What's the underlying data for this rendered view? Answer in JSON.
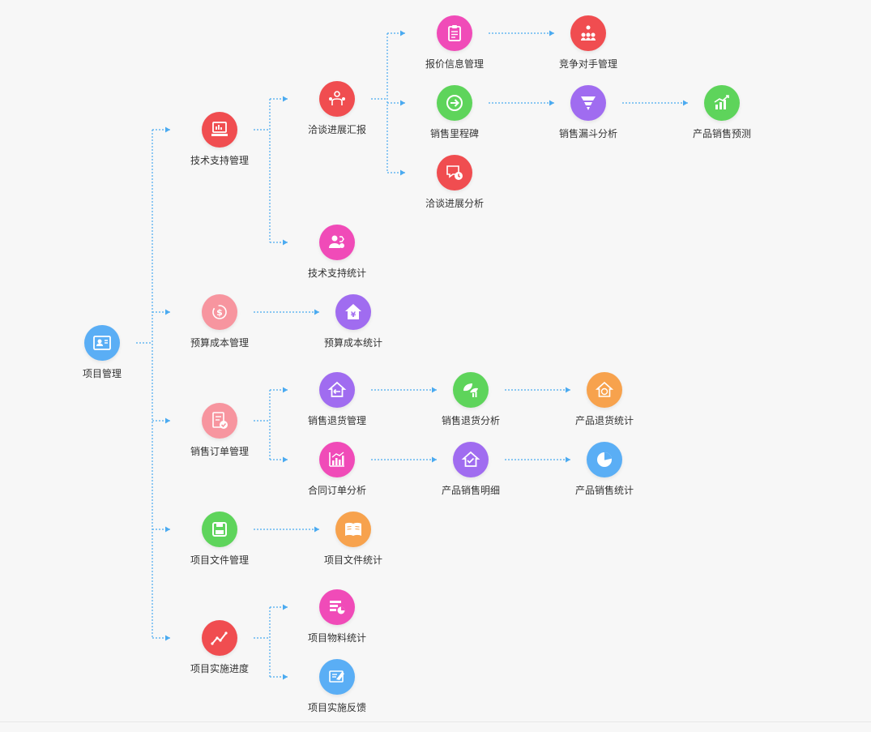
{
  "nodes": [
    {
      "id": "root",
      "label": "项目管理",
      "color": "#5aaef5",
      "icon": "id-card-icon"
    },
    {
      "id": "jszc",
      "label": "技术支持管理",
      "color": "#f04d50",
      "icon": "monitor-icon"
    },
    {
      "id": "ystj",
      "label": "预算成本管理",
      "color": "#f7959f",
      "icon": "dollar-cycle-icon"
    },
    {
      "id": "xsdd",
      "label": "销售订单管理",
      "color": "#f7959f",
      "icon": "order-check-icon"
    },
    {
      "id": "xmwj",
      "label": "项目文件管理",
      "color": "#5ed45b",
      "icon": "floppy-icon"
    },
    {
      "id": "xmss",
      "label": "项目实施进度",
      "color": "#f04d50",
      "icon": "trend-line-icon"
    },
    {
      "id": "qtjz",
      "label": "洽谈进展汇报",
      "color": "#f04d50",
      "icon": "meeting-icon"
    },
    {
      "id": "jstj",
      "label": "技术支持统计",
      "color": "#f04bb8",
      "icon": "support-icon"
    },
    {
      "id": "bjxx",
      "label": "报价信息管理",
      "color": "#f04bb8",
      "icon": "clipboard-icon"
    },
    {
      "id": "xslc",
      "label": "销售里程碑",
      "color": "#5ed45b",
      "icon": "arrow-circle-icon"
    },
    {
      "id": "qtfx",
      "label": "洽谈进展分析",
      "color": "#f04d50",
      "icon": "chat-clock-icon"
    },
    {
      "id": "jzds",
      "label": "竞争对手管理",
      "color": "#f04d50",
      "icon": "hierarchy-icon"
    },
    {
      "id": "xsld",
      "label": "销售漏斗分析",
      "color": "#a06cf0",
      "icon": "funnel-icon"
    },
    {
      "id": "cpyc",
      "label": "产品销售预测",
      "color": "#5ed45b",
      "icon": "growth-chart-icon"
    },
    {
      "id": "ysbtj",
      "label": "预算成本统计",
      "color": "#a06cf0",
      "icon": "yen-house-icon"
    },
    {
      "id": "xsthgl",
      "label": "销售退货管理",
      "color": "#a06cf0",
      "icon": "return-house-icon"
    },
    {
      "id": "htdd",
      "label": "合同订单分析",
      "color": "#f04bb8",
      "icon": "bar-chart-icon"
    },
    {
      "id": "xsthfx",
      "label": "销售退货分析",
      "color": "#5ed45b",
      "icon": "leaf-chart-icon"
    },
    {
      "id": "cpxsmx",
      "label": "产品销售明细",
      "color": "#a06cf0",
      "icon": "house-detail-icon"
    },
    {
      "id": "cpthtj",
      "label": "产品退货统计",
      "color": "#f7a24d",
      "icon": "return-stat-icon"
    },
    {
      "id": "cpxstj",
      "label": "产品销售统计",
      "color": "#5aaef5",
      "icon": "pie-icon"
    },
    {
      "id": "xmwjtj",
      "label": "项目文件统计",
      "color": "#f7a24d",
      "icon": "book-icon"
    },
    {
      "id": "xmwltj",
      "label": "项目物料统计",
      "color": "#f04bb8",
      "icon": "material-icon"
    },
    {
      "id": "xmssfk",
      "label": "项目实施反馈",
      "color": "#5aaef5",
      "icon": "feedback-icon"
    }
  ],
  "edges": [
    [
      "root",
      "jszc"
    ],
    [
      "root",
      "ystj"
    ],
    [
      "root",
      "xsdd"
    ],
    [
      "root",
      "xmwj"
    ],
    [
      "root",
      "xmss"
    ],
    [
      "jszc",
      "qtjz"
    ],
    [
      "jszc",
      "jstj"
    ],
    [
      "qtjz",
      "bjxx"
    ],
    [
      "qtjz",
      "xslc"
    ],
    [
      "qtjz",
      "qtfx"
    ],
    [
      "bjxx",
      "jzds"
    ],
    [
      "xslc",
      "xsld"
    ],
    [
      "xsld",
      "cpyc"
    ],
    [
      "ystj",
      "ysbtj"
    ],
    [
      "xsdd",
      "xsthgl"
    ],
    [
      "xsdd",
      "htdd"
    ],
    [
      "xsthgl",
      "xsthfx"
    ],
    [
      "xsthfx",
      "cpthtj"
    ],
    [
      "htdd",
      "cpxsmx"
    ],
    [
      "cpxsmx",
      "cpxstj"
    ],
    [
      "xmwj",
      "xmwjtj"
    ],
    [
      "xmss",
      "xmwltj"
    ],
    [
      "xmss",
      "xmssfk"
    ]
  ],
  "style": {
    "connector_color": "#4aaaf0"
  }
}
